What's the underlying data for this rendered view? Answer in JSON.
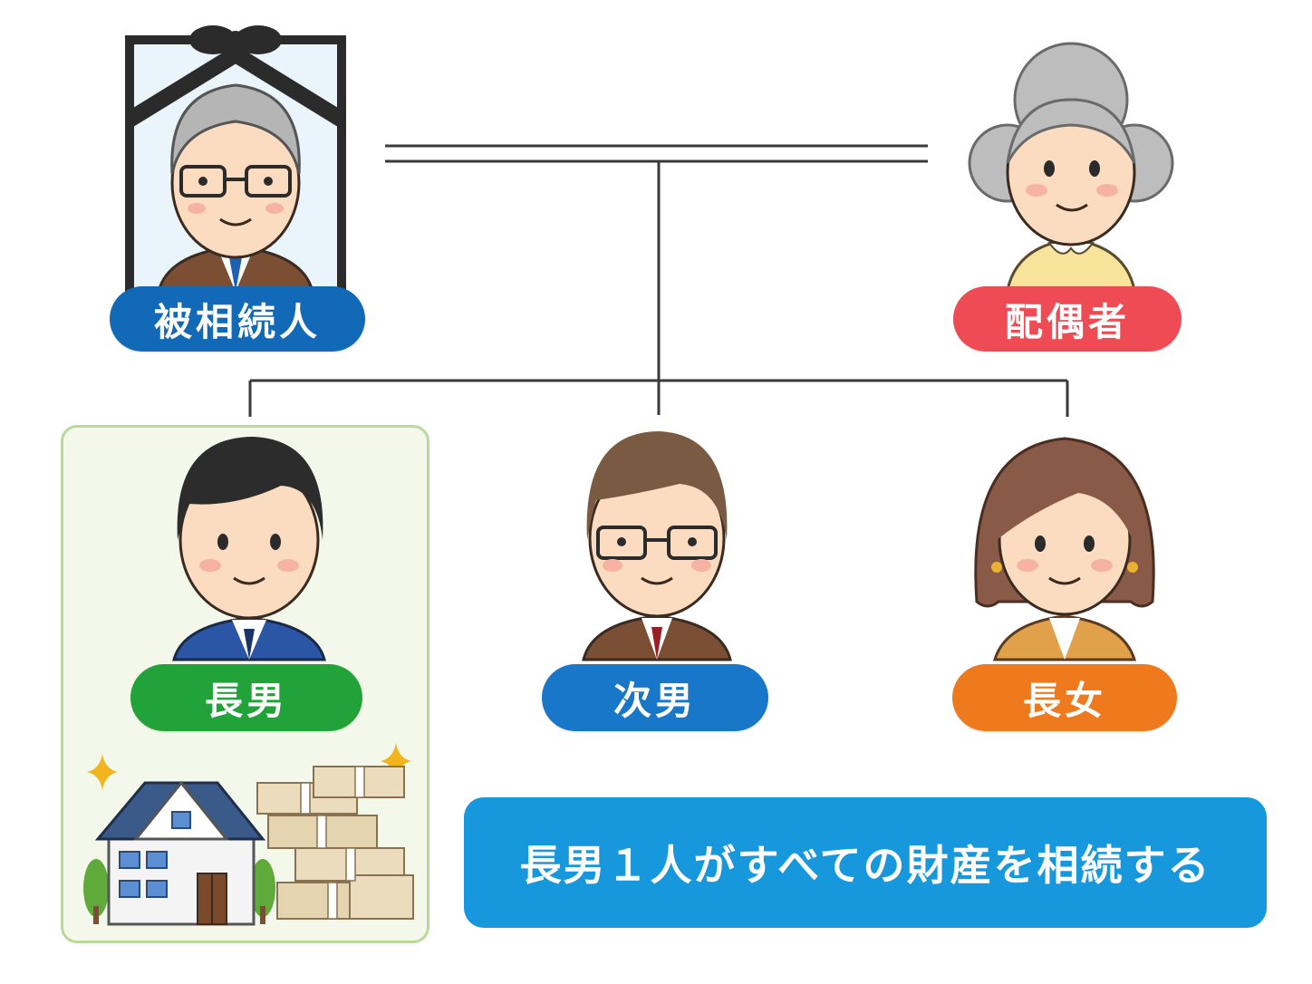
{
  "diagram": {
    "nodes": {
      "deceased": {
        "label": "被相続人",
        "color": "#1269b8",
        "portrait": "deceased-elderly-man-icon"
      },
      "spouse": {
        "label": "配偶者",
        "color": "#ee4b55",
        "portrait": "elderly-woman-icon"
      },
      "eldest_son": {
        "label": "長男",
        "color": "#22a33a",
        "portrait": "young-man-icon"
      },
      "second_son": {
        "label": "次男",
        "color": "#1877c8",
        "portrait": "middle-aged-man-icon"
      },
      "eldest_daughter": {
        "label": "長女",
        "color": "#ef7a1d",
        "portrait": "woman-icon"
      }
    },
    "assets": [
      "house-icon",
      "cash-bundles-icon"
    ],
    "banner": {
      "text": "長男１人がすべての財産を相続する",
      "color": "#1797dc"
    },
    "highlight_color": "#f3f8ea"
  }
}
